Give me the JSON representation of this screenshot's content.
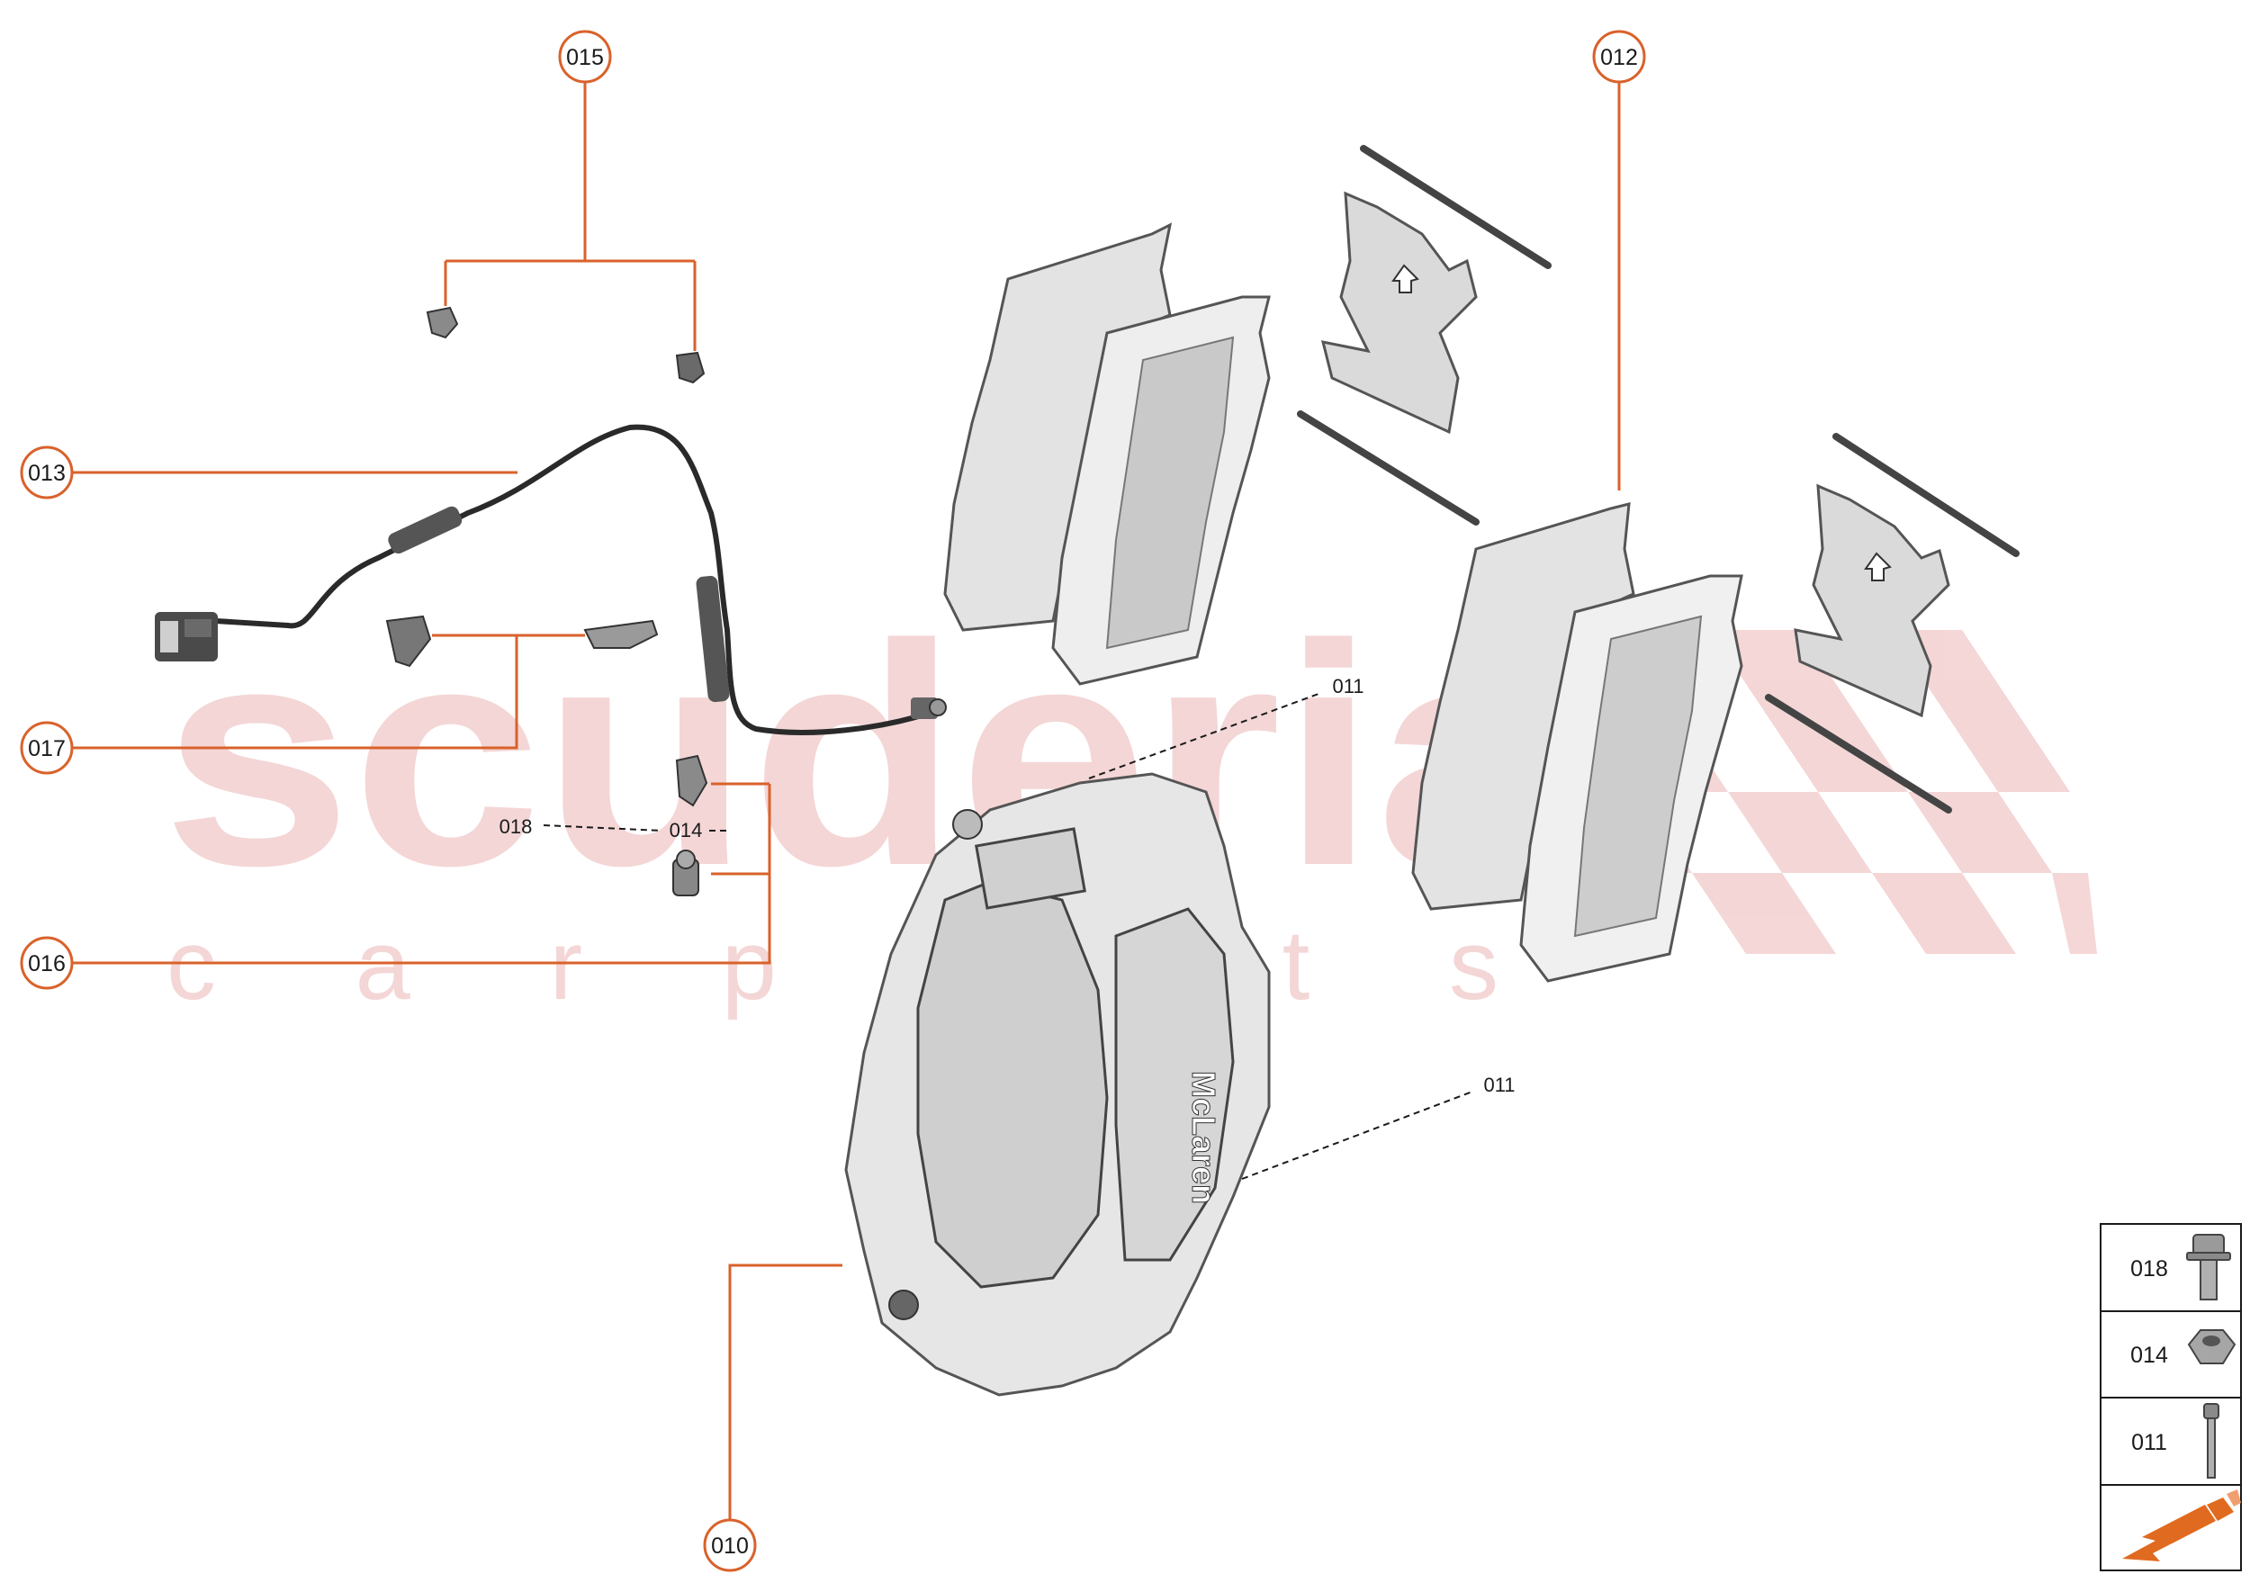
{
  "colors": {
    "accent": "#d9622b",
    "ink": "#1a1a1a",
    "watermark": "#f1c9c9",
    "part_fill": "#e3e3e3",
    "part_shade": "#c9c9c9"
  },
  "watermark": {
    "main": "scuderia",
    "sub": "c a r p a r t s"
  },
  "callouts": [
    {
      "id": "015",
      "label": "015"
    },
    {
      "id": "012",
      "label": "012"
    },
    {
      "id": "013",
      "label": "013"
    },
    {
      "id": "017",
      "label": "017"
    },
    {
      "id": "016",
      "label": "016"
    },
    {
      "id": "010",
      "label": "010"
    }
  ],
  "references": [
    {
      "id": "011a",
      "label": "011"
    },
    {
      "id": "011b",
      "label": "011"
    },
    {
      "id": "018",
      "label": "018"
    },
    {
      "id": "014",
      "label": "014"
    }
  ],
  "legend": {
    "items": [
      {
        "label": "018",
        "icon": "flange-bolt-icon"
      },
      {
        "label": "014",
        "icon": "hex-nut-icon"
      },
      {
        "label": "011",
        "icon": "long-bolt-icon"
      }
    ],
    "arrow_icon": "direction-arrow-icon"
  }
}
